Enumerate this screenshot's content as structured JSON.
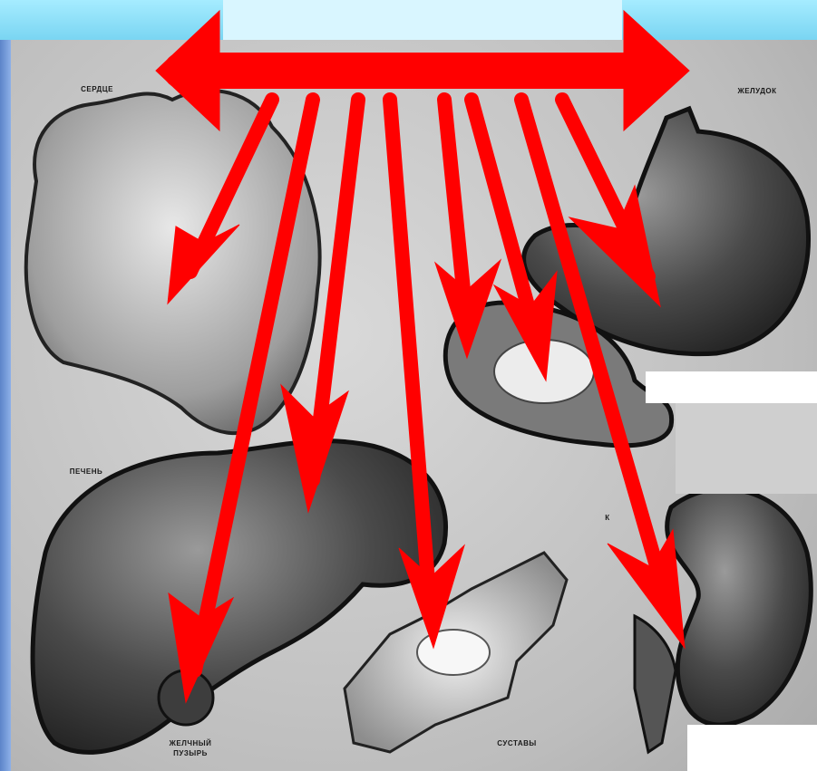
{
  "labels": {
    "heart": "СЕРДЦЕ",
    "stomach": "ЖЕЛУДОК",
    "liver": "ПЕЧЕНЬ",
    "gallbladder_line1": "ЖЕЛЧНЫЙ",
    "gallbladder_line2": "ПУЗЫРЬ",
    "joints": "СУСТАВЫ",
    "kidney_partial": "К"
  },
  "colors": {
    "arrow": "#ff0000",
    "organ_dark": "#3a3a3a",
    "organ_mid": "#6e6e6e",
    "organ_light": "#cfcfcf",
    "header": "#8fe3fb"
  }
}
